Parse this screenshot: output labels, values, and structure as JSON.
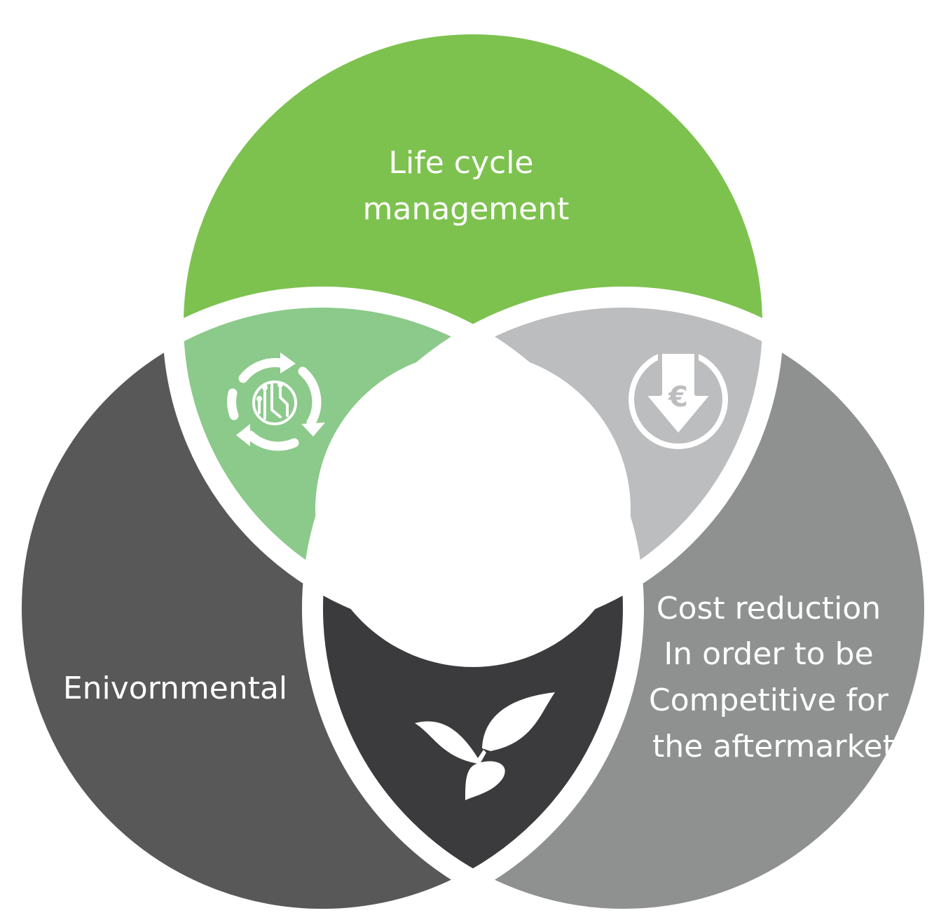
{
  "diagram": {
    "type": "venn",
    "top": {
      "lines": [
        "Life cycle",
        "management"
      ],
      "color": "#7dc24f"
    },
    "left": {
      "lines": [
        "Enivornmental"
      ],
      "color": "#585858"
    },
    "right": {
      "lines": [
        "Cost reduction",
        "In order to be",
        "Competitive for",
        "the aftermarket"
      ],
      "color": "#8f9090"
    },
    "overlaps": {
      "top_left": {
        "color": "#8bca8a",
        "icon": "recycle-circuit-icon"
      },
      "top_right": {
        "color": "#bcbdbf",
        "icon": "euro-down-arrow-icon"
      },
      "left_right": {
        "color": "#3b3b3d",
        "icon": "leaves-icon"
      }
    },
    "center": {
      "color": "#ffffff"
    }
  }
}
